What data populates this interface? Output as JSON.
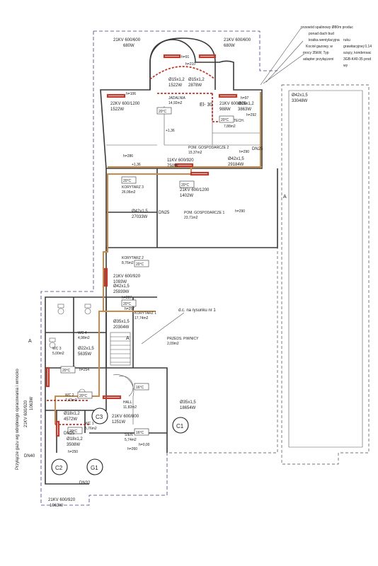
{
  "notes": [
    "przewód spalinowy Ø80m produc",
    "ponad dach bud",
    "kratka wentylacyjna",
    "Kocioł gazowy, w",
    "mocy 35kW, Typ",
    "adapter przyłączeni",
    "ruku",
    "grawitacyjnej 0,14",
    "szący, kondensac",
    "3GB-K40-35 prod",
    "wy"
  ],
  "rooms": {
    "jadalnia": {
      "name": "JADALNIA",
      "area": "14,92m2"
    },
    "pom_tech": {
      "name": "POM. TECH.",
      "area": "7,88m2"
    },
    "pom_gosp2": {
      "name": "POM. GOSPODARCZE 2",
      "area": "15,37m2"
    },
    "korytarz3": {
      "name": "KORYTARZ 3",
      "area": "26,06m2"
    },
    "pom_gosp1": {
      "name": "POM. GOSPODARCZE 1",
      "area": "23,71m2"
    },
    "korytarz2": {
      "name": "KORYTARZ 2",
      "area": "8,76m2"
    },
    "korytarz1": {
      "name": "KORYTARZ 1",
      "area": "17,74m2"
    },
    "przeds": {
      "name": "PRZEDS. PIWNICY",
      "area": "2,09m2"
    },
    "wc4": {
      "name": "WC 4",
      "area": "4,98m2"
    },
    "wc3": {
      "name": "WC 3",
      "area": "5,00m2"
    },
    "wc2": {
      "name": "WC 2",
      "area": "7,43m2"
    },
    "hall": {
      "name": "HALL",
      "area": "11,82m2"
    },
    "wc1": {
      "name": "WC 1",
      "area": "5,76m2"
    },
    "sien": {
      "name": "SIEŃ",
      "area": "5,74m2"
    }
  },
  "labels": {
    "r1": "21KV 600/600",
    "r1w": "680W",
    "r2": "21KV 600/600",
    "r2w": "680W",
    "r3": "22KV 600/1200",
    "r3w": "1522W",
    "r4": "21KV 600/800",
    "r4w": "988W",
    "r5": "11KV 600/920",
    "r5w": "750W",
    "r6": "21KV 600/1200",
    "r6w": "1402W",
    "r7": "21KV 600/920",
    "r7w": "1093W",
    "r8": "21KV 600/800",
    "r8w": "1251W",
    "r9": "21KV 600/920",
    "r9w": "1063W",
    "r10": "21KV 600/920",
    "r10w": "1063W",
    "p1": "Ø15x1,2",
    "p1w": "1522W",
    "p2": "Ø15x1,2",
    "p2w": "2878W",
    "p3": "Ø15x1,2",
    "p3w": "3863W",
    "p4": "Ø42x1,5",
    "p4w": "29184W",
    "p5": "Ø42x1,5",
    "p5w": "33048W",
    "p6": "Ø42x1,5",
    "p6w": "27033W",
    "p7": "Ø42x1,5",
    "p7w": "25939W",
    "p8": "Ø35x1,5",
    "p8w": "20304W",
    "p9": "Ø22x1,5",
    "p9w": "5635W",
    "p10": "Ø18x1,2",
    "p10w": "4572W",
    "p11": "Ø18x1,2",
    "p11w": "3508W",
    "p12": "Ø35x1,5",
    "p12w": "18654W",
    "t1": "20°C",
    "t2": "20°C",
    "t3": "20°C",
    "t4": "20°C",
    "t5": "20°C",
    "t6": "20°C",
    "t7": "20°C",
    "t8": "20°C",
    "t9": "20°C",
    "t10": "16°C",
    "t11": "16°C",
    "h1": "h=91",
    "h2": "h=210",
    "h3": "h=106",
    "h4": "h=97",
    "h5": "h=292",
    "h6": "h=286",
    "h7": "h=290",
    "h8": "h=290",
    "h9": "h=287",
    "h10": "h=257",
    "h11": "h=254",
    "h12": "h=250",
    "h13": "h=260",
    "h14": "h=0,00",
    "dn1": "DN25",
    "dn2": "DN25",
    "dn3": "DN25",
    "dn4": "DN40",
    "dn5": "DN32",
    "el": "El- 30",
    "dc": "d.c. na rysunku nr 1",
    "vert": "Przyłącze gazu wg odrębnego opracowania i wmocko",
    "c1": "C1",
    "c2": "C2",
    "c3": "C3",
    "g1": "G1",
    "a": "A",
    "pm": "+1,36",
    "pm2": "+1,36"
  }
}
